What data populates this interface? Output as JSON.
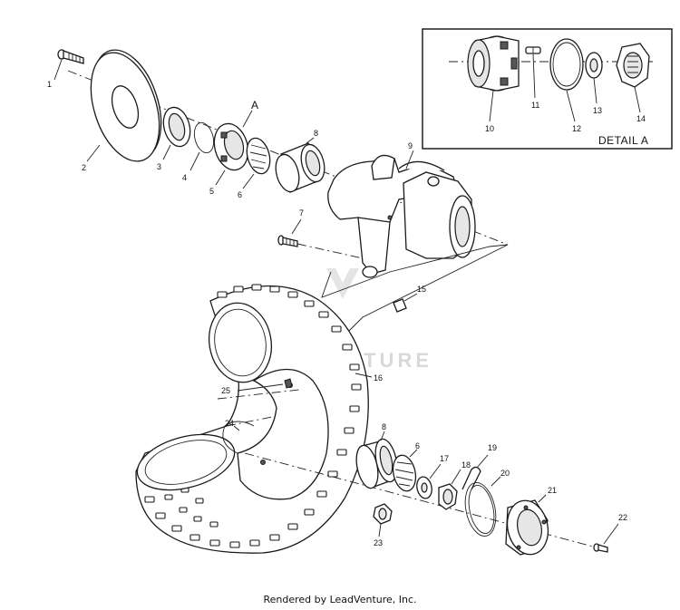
{
  "diagram": {
    "detail_title": "DETAIL A",
    "section_marker": "A",
    "watermark": "LEADVENTURE",
    "footer": "Rendered by LeadVenture, Inc.",
    "callouts": [
      "1",
      "2",
      "3",
      "4",
      "5",
      "6",
      "7",
      "8",
      "9",
      "10",
      "11",
      "12",
      "13",
      "14",
      "15",
      "16",
      "17",
      "18",
      "19",
      "20",
      "21",
      "22",
      "23",
      "24",
      "25"
    ],
    "callouts_lower": {
      "six": "6",
      "eight": "8"
    }
  }
}
